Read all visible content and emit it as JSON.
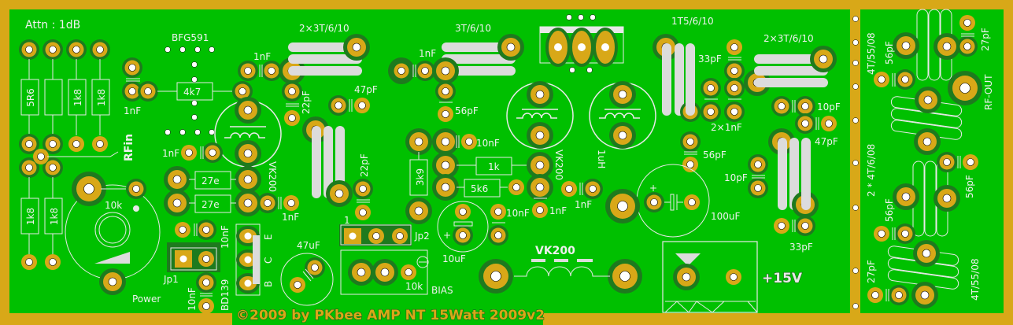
{
  "board": {
    "colors": {
      "copper": "#d8a818",
      "soldermask": "#00c000",
      "pad_ring": "#1e7a1e",
      "silkscreen": "#e8e8e8",
      "hole": "#ffffff"
    },
    "attenuation_label": "Attn : 1dB",
    "copyright_text": "©2009 by PKbee  AMP NT 15Watt 2009v2",
    "power_label": "+15V"
  },
  "components": {
    "attenuator_resistors": [
      "5R6",
      "",
      "1k8",
      "1k8"
    ],
    "attenuator_resistors_bottom": [
      "1k8",
      "1k8"
    ],
    "rf_in": "RFin",
    "pot_10k": "10k",
    "power": "Power",
    "jp1": "Jp1",
    "jp2": "Jp2",
    "jp2_pin1": "1",
    "bfg591": "BFG591",
    "r_4k7": "4k7",
    "r_27e_1": "27e",
    "r_27e_2": "27e",
    "r_1k": "1k",
    "r_5k6": "5k6",
    "r_3k9": "3k9",
    "bd139": "BD139",
    "bd139_pins": [
      "E",
      "C",
      "B"
    ],
    "vk200_1": "VK200",
    "vk200_2": "VK200",
    "vk200_choke": "VK200",
    "inductor_1uh": "1uH",
    "bias": "BIAS",
    "bias_pot": "10k",
    "coil_1": "2×3T/6/10",
    "coil_2": "3T/6/10",
    "coil_3": "1T5/6/10",
    "coil_4": "2×3T/6/10",
    "lpf_coil_top": "4T/55/08",
    "lpf_coil_mid": "2 * 4T/6/08",
    "lpf_coil_bottom": "4T/55/08",
    "rf_out": "RF-OUT"
  },
  "capacitors": {
    "c_1nF_a": "1nF",
    "c_1nF_b": "1nF",
    "c_1nF_c": "1nF",
    "c_1nF_d": "1nF",
    "c_1nF_e": "1nF",
    "c_1nF_f": "1nF",
    "c_1nF_g": "1nF",
    "c_10nF_a": "10nF",
    "c_10nF_b": "10nF",
    "c_10nF_c": "10nF",
    "c_10nF_d": "10nF",
    "c_22pF_a": "22pF",
    "c_22pF_b": "22pF",
    "c_47pF_a": "47pF",
    "c_47pF_b": "47pF",
    "c_56pF_a": "56pF",
    "c_56pF_b": "56pF",
    "c_56pF_c": "56pF",
    "c_56pF_d": "56pF",
    "c_56pF_e": "56pF",
    "c_33pF_a": "33pF",
    "c_33pF_b": "33pF",
    "c_2x1nF": "2×1nF",
    "c_10pF_a": "10pF",
    "c_10pF_b": "10pF",
    "c_27pF_a": "27pF",
    "c_27pF_b": "27pF",
    "c_47uF": "47uF",
    "c_10uF": "10uF",
    "c_100uF": "100uF"
  }
}
